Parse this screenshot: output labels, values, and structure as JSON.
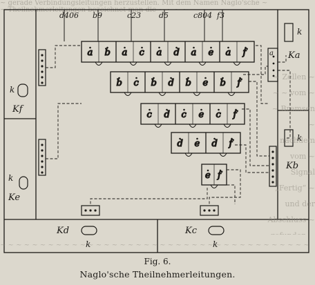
{
  "figure": {
    "number_label": "Fig. 6.",
    "caption": "Naglo'sche Theilnehmerleitungen."
  },
  "wire_labels": [
    {
      "id": "d406",
      "text": "d406"
    },
    {
      "id": "b9",
      "text": "b9"
    },
    {
      "id": "c23",
      "text": "c23"
    },
    {
      "id": "d5",
      "text": "d5"
    },
    {
      "id": "c804",
      "text": "c804"
    },
    {
      "id": "f3",
      "text": "f3"
    }
  ],
  "stations": [
    {
      "id": "Ka",
      "label": "Ka",
      "key": "k"
    },
    {
      "id": "Kf",
      "label": "Kf",
      "key": "k"
    },
    {
      "id": "Kb",
      "label": "Kb",
      "key": "k"
    },
    {
      "id": "Ke",
      "label": "Ke",
      "key": "k"
    },
    {
      "id": "Kd",
      "label": "Kd",
      "key": "k"
    },
    {
      "id": "Kc",
      "label": "Kc",
      "key": "k"
    }
  ],
  "switchboard_rows": [
    {
      "row": 1,
      "cells": [
        "a",
        "b",
        "a",
        "c",
        "a",
        "d",
        "a",
        "e",
        "a",
        "f"
      ]
    },
    {
      "row": 2,
      "cells": [
        "b",
        "c",
        "b",
        "d",
        "b",
        "e",
        "b",
        "f"
      ]
    },
    {
      "row": 3,
      "cells": [
        "c",
        "d",
        "c",
        "e",
        "c",
        "f"
      ]
    },
    {
      "row": 4,
      "cells": [
        "d",
        "e",
        "d",
        "f"
      ]
    },
    {
      "row": 5,
      "cells": [
        "e",
        "f"
      ]
    }
  ],
  "terminal_letter": "a"
}
